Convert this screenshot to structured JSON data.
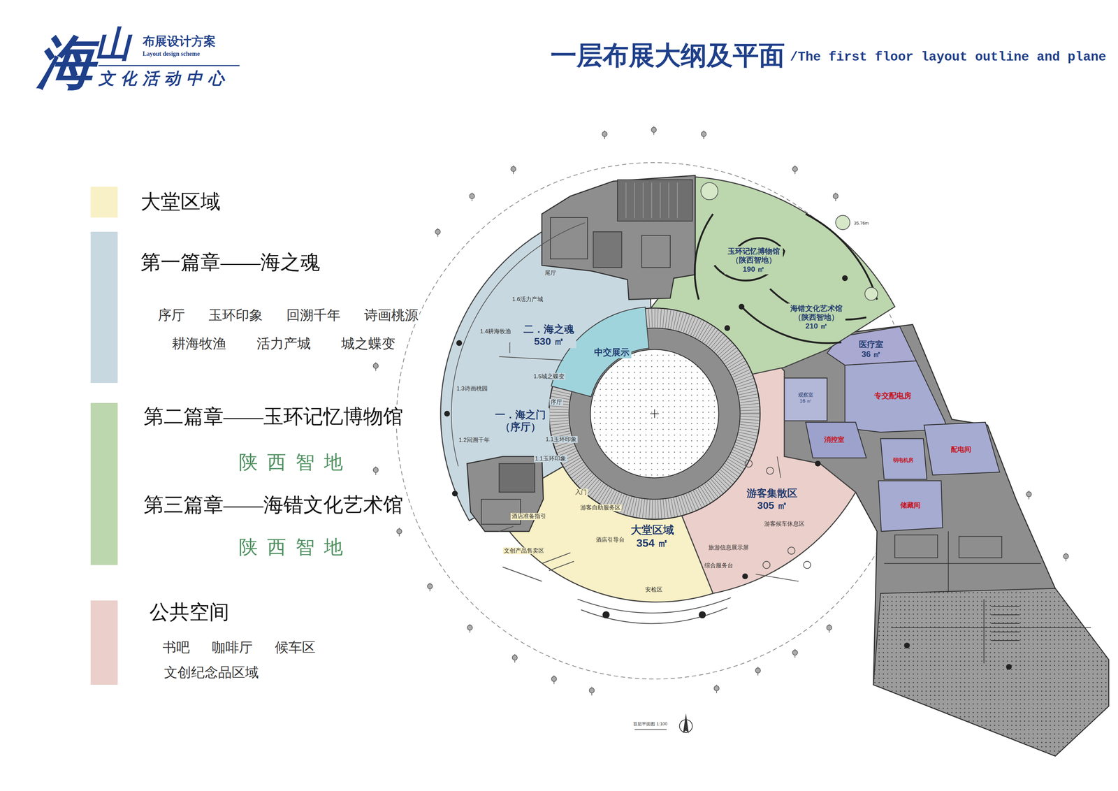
{
  "diagram": {
    "title": "一层布展大纲及平面",
    "nodes": [
      {
        "text": [
          "二．海之魂",
          "530 ㎡"
        ]
      },
      {
        "text": [
          "一．海之门 （序厅）"
        ]
      },
      {
        "text": [
          "中交展示"
        ]
      },
      {
        "text": [
          "大堂区域",
          "354 ㎡"
        ]
      },
      {
        "text": [
          "游客集散区",
          "305 ㎡"
        ]
      },
      {
        "text": [
          "玉环记忆博物馆 （陕西智地）",
          "190 ㎡"
        ]
      },
      {
        "text": [
          "海错文化艺术馆 （陕西智地）",
          "210 ㎡"
        ]
      },
      {
        "text": [
          "医疗室",
          "36 ㎡"
        ]
      },
      {
        "text": [
          "专交配电房"
        ]
      },
      {
        "text": [
          "观察室",
          "16 ㎡"
        ]
      },
      {
        "text": [
          "消控室"
        ]
      },
      {
        "text": [
          "弱电机房"
        ]
      },
      {
        "text": [
          "配电间"
        ]
      },
      {
        "text": [
          "储藏间"
        ]
      }
    ],
    "labels": [
      "海",
      "山",
      "布展设计方案",
      "Layout design scheme",
      "文化活动中心",
      "/The first floor layout outline and plane",
      "序厅 玉环印象 回溯千年 诗画桃源",
      "耕海牧渔 活力产城 城之蝶变",
      "陕西智地",
      "陕西智地",
      "书吧 咖啡厅 候车区",
      "文创纪念品区域",
      "尾厅",
      "1.6活力产城",
      "1.4耕海牧渔",
      "1.5城之蝶变",
      "1.3诗画桃园",
      "1.2回溯千年",
      "序厅",
      "1.1玉环印象",
      "1.1玉环印象",
      "入门",
      "游客自助服务区",
      "酒店准备指引",
      "文创产品售卖区",
      "酒店引导台",
      "旅游信息展示屏",
      "综合服务台",
      "安检区",
      "游客候车休息区",
      "首层平面图 1:100",
      "35.76m"
    ],
    "legend": [
      {
        "text": "大堂区域",
        "color": "#f8f0c6"
      },
      {
        "text": "第一篇章——海之魂",
        "color": "#c8d8e0"
      },
      {
        "text": "第二篇章——玉环记忆博物馆",
        "color": "#bcd6ad"
      },
      {
        "text": "第三篇章——海错文化艺术馆",
        "color": "#bcd6ad"
      },
      {
        "text": "公共空间",
        "color": "#ebcfca"
      }
    ]
  }
}
